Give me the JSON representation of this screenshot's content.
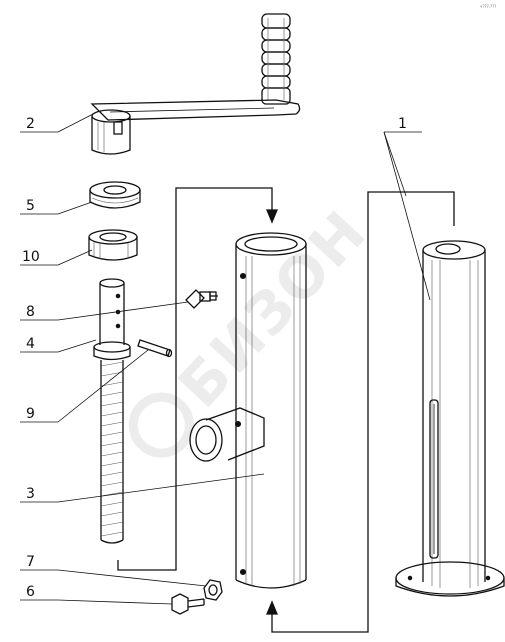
{
  "corner_mark": "ч???.???",
  "watermark": {
    "text": "БИЗОН"
  },
  "callouts": [
    {
      "id": "1",
      "label": "1"
    },
    {
      "id": "2",
      "label": "2"
    },
    {
      "id": "3",
      "label": "3"
    },
    {
      "id": "4",
      "label": "4"
    },
    {
      "id": "5",
      "label": "5"
    },
    {
      "id": "6",
      "label": "6"
    },
    {
      "id": "7",
      "label": "7"
    },
    {
      "id": "8",
      "label": "8"
    },
    {
      "id": "9",
      "label": "9"
    },
    {
      "id": "10",
      "label": "10"
    }
  ],
  "colors": {
    "ink": "#111111",
    "paper": "#ffffff",
    "watermark": "#ececec"
  }
}
